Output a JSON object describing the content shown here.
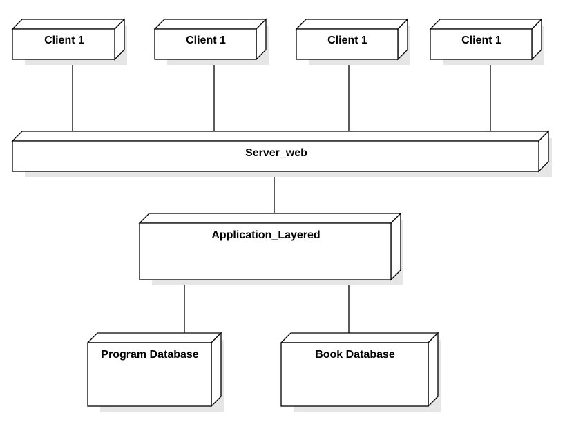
{
  "diagram": {
    "type": "uml-deployment",
    "nodes": [
      {
        "id": "client-1a",
        "label": "Client 1"
      },
      {
        "id": "client-1b",
        "label": "Client 1"
      },
      {
        "id": "client-1c",
        "label": "Client 1"
      },
      {
        "id": "client-1d",
        "label": "Client 1"
      },
      {
        "id": "server-web",
        "label": "Server_web"
      },
      {
        "id": "application-layered",
        "label": "Application_Layered"
      },
      {
        "id": "program-database",
        "label": "Program Database"
      },
      {
        "id": "book-database",
        "label": "Book Database"
      }
    ],
    "edges": [
      {
        "from": "client-1a",
        "to": "server-web"
      },
      {
        "from": "client-1b",
        "to": "server-web"
      },
      {
        "from": "client-1c",
        "to": "server-web"
      },
      {
        "from": "client-1d",
        "to": "server-web"
      },
      {
        "from": "server-web",
        "to": "application-layered"
      },
      {
        "from": "application-layered",
        "to": "program-database"
      },
      {
        "from": "application-layered",
        "to": "book-database"
      }
    ],
    "colors": {
      "stroke": "#000000",
      "fill": "#ffffff",
      "shadow": "#e6e6e6"
    }
  }
}
